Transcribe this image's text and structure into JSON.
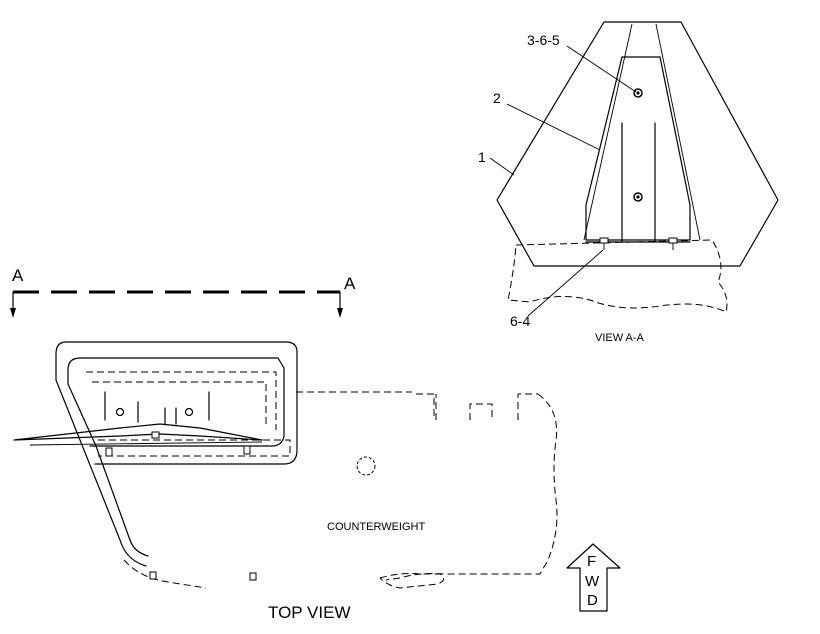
{
  "labels": {
    "part_1": "1",
    "part_2": "2",
    "part_3_6_5": "3-6-5",
    "part_6_4": "6-4",
    "section_left": "A",
    "section_right": "A",
    "view_aa": "VIEW A-A",
    "counterweight": "COUNTERWEIGHT",
    "top_view": "TOP VIEW",
    "fwd_f": "F",
    "fwd_w": "W",
    "fwd_d": "D"
  }
}
